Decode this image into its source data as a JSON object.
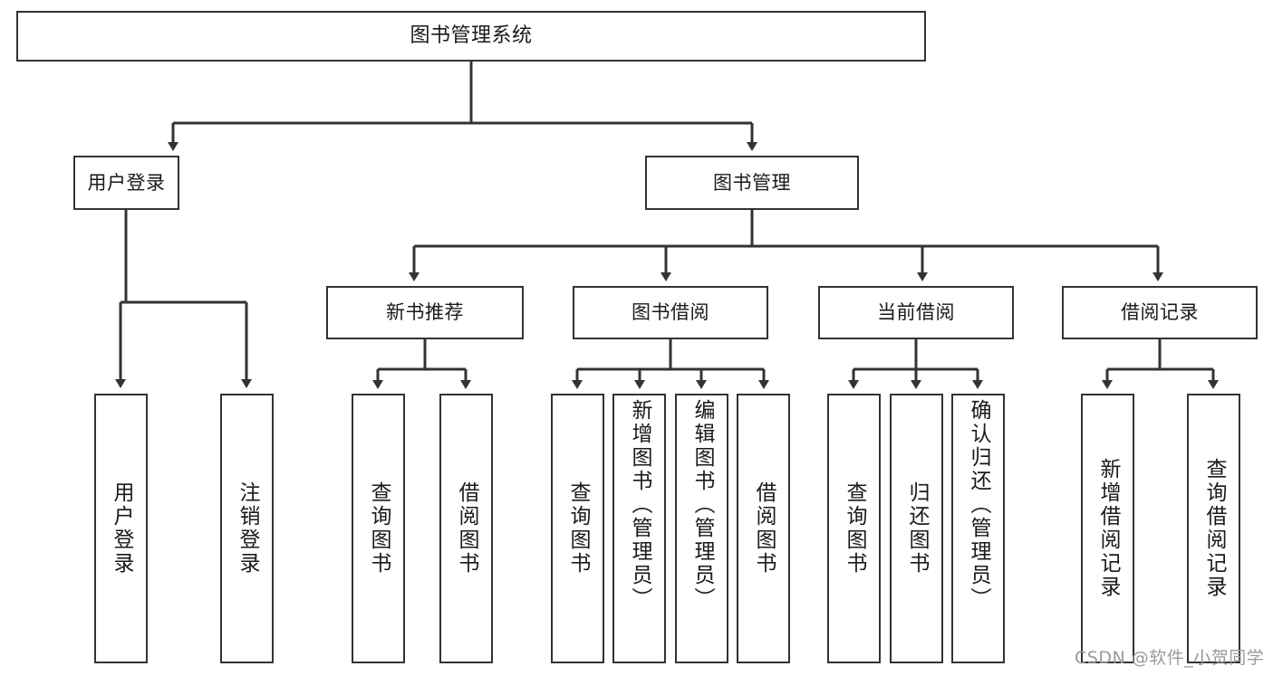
{
  "diagram": {
    "title": "图书管理系统",
    "type": "hierarchy-tree",
    "root": {
      "id": "root",
      "label": "图书管理系统"
    },
    "level2": [
      {
        "id": "user-login",
        "label": "用户登录"
      },
      {
        "id": "book-management",
        "label": "图书管理"
      }
    ],
    "level3": [
      {
        "id": "new-book-recommend",
        "label": "新书推荐"
      },
      {
        "id": "book-borrow",
        "label": "图书借阅"
      },
      {
        "id": "current-borrow",
        "label": "当前借阅"
      },
      {
        "id": "borrow-record",
        "label": "借阅记录"
      }
    ],
    "leaves": {
      "user_login": [
        {
          "id": "leaf-user-login",
          "label": "用户登录"
        },
        {
          "id": "leaf-logout-login",
          "label": "注销登录"
        }
      ],
      "new_book_recommend": [
        {
          "id": "leaf-query-book-1",
          "label": "查询图书"
        },
        {
          "id": "leaf-borrow-book-1",
          "label": "借阅图书"
        }
      ],
      "book_borrow": [
        {
          "id": "leaf-query-book-2",
          "label": "查询图书"
        },
        {
          "id": "leaf-add-book",
          "label": "新增图书（管理员）"
        },
        {
          "id": "leaf-edit-book",
          "label": "编辑图书（管理员）"
        },
        {
          "id": "leaf-borrow-book-2",
          "label": "借阅图书"
        }
      ],
      "current_borrow": [
        {
          "id": "leaf-query-book-3",
          "label": "查询图书"
        },
        {
          "id": "leaf-return-book",
          "label": "归还图书"
        },
        {
          "id": "leaf-confirm-return",
          "label": "确认归还（管理员）"
        }
      ],
      "borrow_record": [
        {
          "id": "leaf-add-record",
          "label": "新增借阅记录"
        },
        {
          "id": "leaf-query-record",
          "label": "查询借阅记录"
        }
      ]
    },
    "colors": {
      "stroke": "#333333",
      "fill": "#ffffff",
      "text": "#1a1a1a",
      "watermark": "#9a9a9a"
    }
  },
  "watermark": {
    "text": "CSDN @软件_小贺同学"
  }
}
